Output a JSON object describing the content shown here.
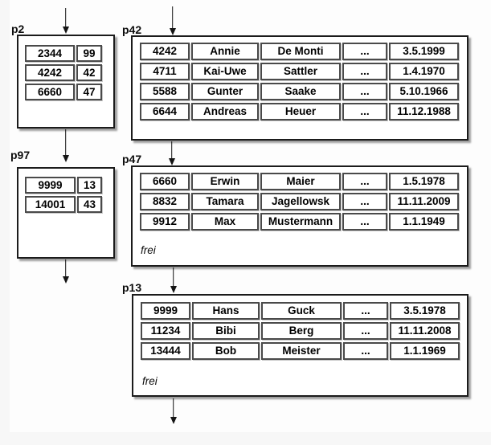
{
  "diagram": {
    "title_hint": "database page chain diagram",
    "colors": {
      "background": "#fdfdfd",
      "page_margin": "#f7f7f7",
      "box_border": "#1b1b1b",
      "cell_border": "#4a4a4a",
      "arrow": "#141414",
      "text": "#000000"
    },
    "pages": {
      "p2": {
        "label": "p2",
        "rows": [
          [
            "2344",
            "99"
          ],
          [
            "4242",
            "42"
          ],
          [
            "6660",
            "47"
          ]
        ]
      },
      "p97": {
        "label": "p97",
        "rows": [
          [
            "9999",
            "13"
          ],
          [
            "14001",
            "43"
          ]
        ]
      },
      "p42": {
        "label": "p42",
        "rows": [
          [
            "4242",
            "Annie",
            "De Monti",
            "...",
            "3.5.1999"
          ],
          [
            "4711",
            "Kai-Uwe",
            "Sattler",
            "...",
            "1.4.1970"
          ],
          [
            "5588",
            "Gunter",
            "Saake",
            "...",
            "5.10.1966"
          ],
          [
            "6644",
            "Andreas",
            "Heuer",
            "...",
            "11.12.1988"
          ]
        ]
      },
      "p47": {
        "label": "p47",
        "rows": [
          [
            "6660",
            "Erwin",
            "Maier",
            "...",
            "1.5.1978"
          ],
          [
            "8832",
            "Tamara",
            "Jagellowsk",
            "...",
            "11.11.2009"
          ],
          [
            "9912",
            "Max",
            "Mustermann",
            "...",
            "1.1.1949"
          ]
        ],
        "free_label": "frei"
      },
      "p13": {
        "label": "p13",
        "rows": [
          [
            "9999",
            "Hans",
            "Guck",
            "...",
            "3.5.1978"
          ],
          [
            "11234",
            "Bibi",
            "Berg",
            "...",
            "11.11.2008"
          ],
          [
            "13444",
            "Bob",
            "Meister",
            "...",
            "1.1.1969"
          ]
        ],
        "free_label": "frei"
      }
    }
  }
}
